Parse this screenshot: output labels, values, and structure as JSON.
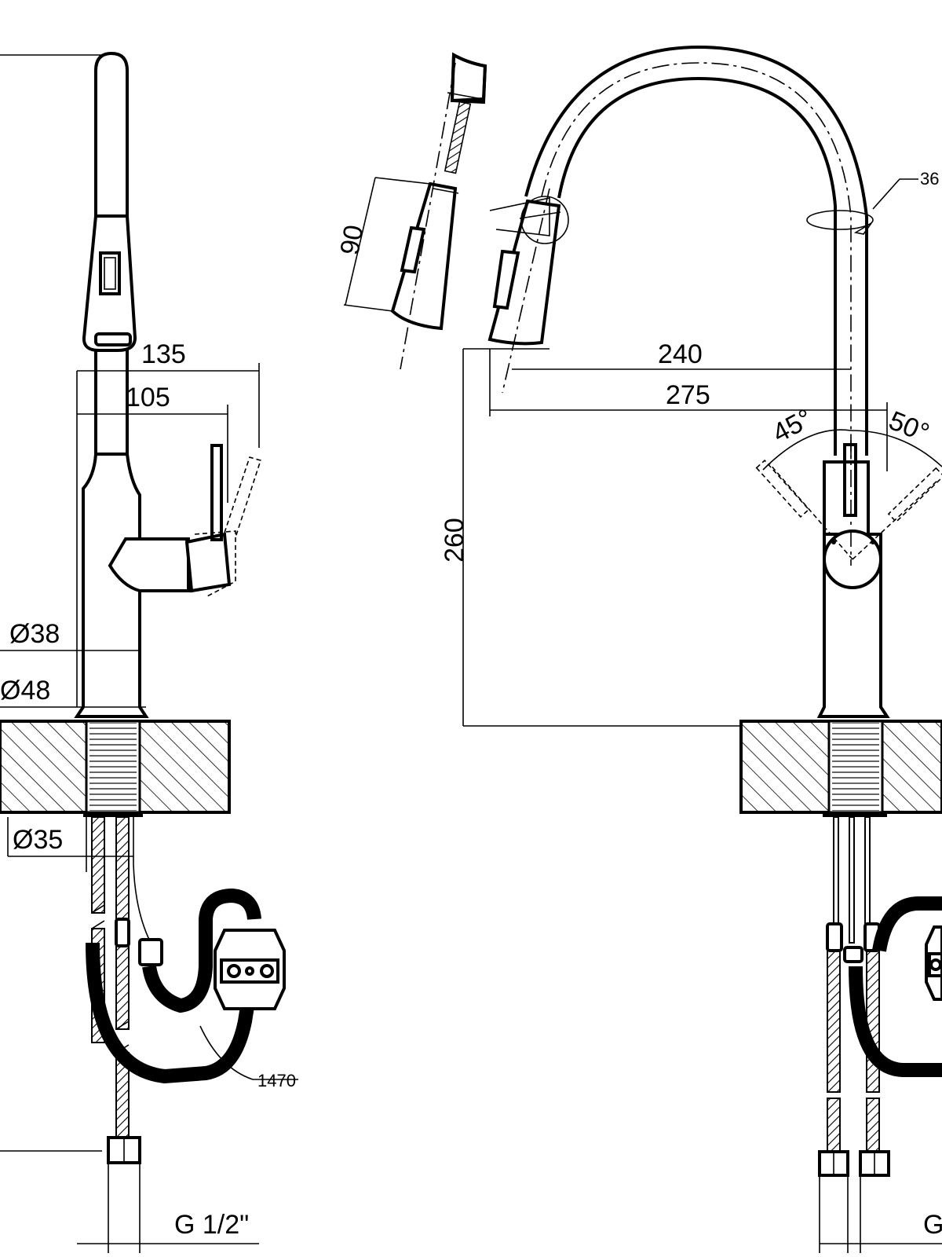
{
  "dimensions": {
    "d135": "135",
    "d105": "105",
    "d38": "Ø38",
    "d48": "Ø48",
    "d35": "Ø35",
    "d1470": "1470",
    "g_left": "G 1/2\"",
    "d90": "90",
    "d240": "240",
    "d275": "275",
    "d260": "260",
    "d45": "45°",
    "d50": "50°",
    "d360": "36",
    "g_right": "G"
  }
}
